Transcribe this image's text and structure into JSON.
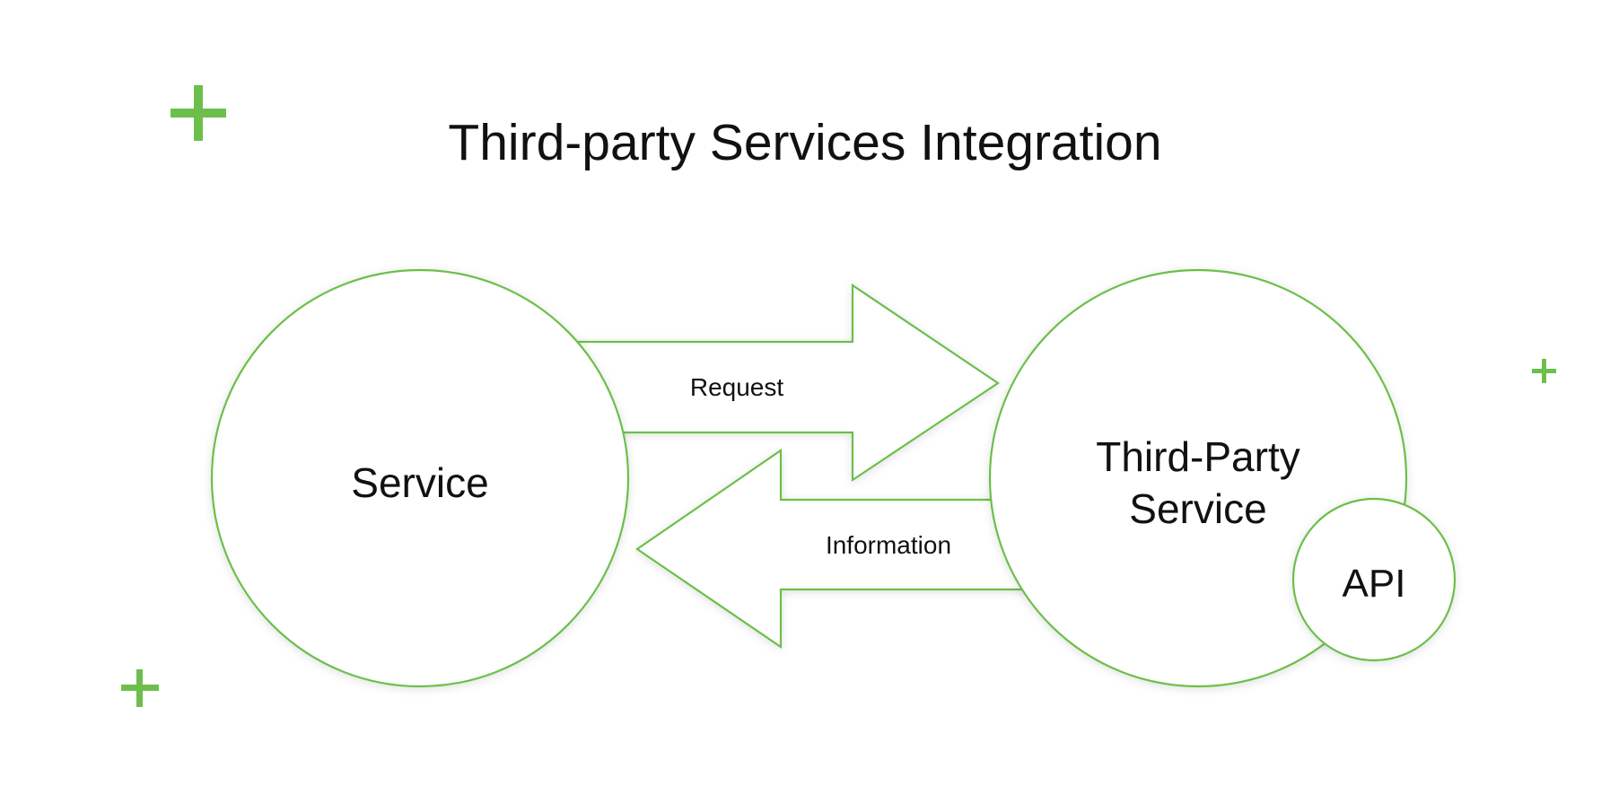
{
  "title": "Third-party Services Integration",
  "nodes": {
    "service": {
      "label": "Service"
    },
    "third_party": {
      "line1": "Third-Party",
      "line2": "Service"
    },
    "api": {
      "label": "API"
    }
  },
  "arrows": {
    "request": {
      "label": "Request"
    },
    "information": {
      "label": "Information"
    }
  },
  "colors": {
    "accent": "#6cbf4c",
    "text": "#111111",
    "background": "#ffffff"
  },
  "decorations": [
    "plus-icon",
    "plus-icon",
    "plus-icon"
  ]
}
